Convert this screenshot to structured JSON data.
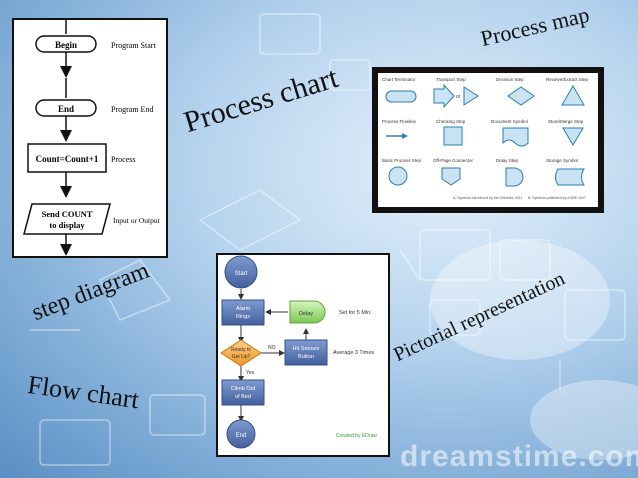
{
  "captions": {
    "process_map": "Process map",
    "process_chart": "Process chart",
    "step_diagram": "step diagram",
    "flow_chart": "Flow chart",
    "pictorial": "Pictorial representation"
  },
  "flowchart_symbols": {
    "shapes": [
      {
        "label": "Begin",
        "meaning": "Program Start"
      },
      {
        "label": "End",
        "meaning": "Program End"
      },
      {
        "label": "Count=Count+1",
        "meaning": "Process"
      },
      {
        "label": "Send COUNT to display",
        "line1": "Send COUNT",
        "line2": "to display",
        "meaning": "Input or Output"
      }
    ]
  },
  "process_map_symbols": {
    "items": [
      "Chart Terminator",
      "Transport Step",
      "Decision Step",
      "Receive/Extract Step",
      "Process Flowline",
      "Checking Step",
      "Document Symbol",
      "Store/Merge Step",
      "Basic Process Step",
      "Off-Page Connector",
      "Delay Step",
      "Storage Symbol"
    ],
    "footnote_a": "A. Symbols introduced by the Gilbreths 1921",
    "footnote_b": "B. Symbols published by ASME 1947",
    "or_label": "or"
  },
  "alarm_flow": {
    "start": "Start",
    "alarm": [
      "Alarm",
      "Rings"
    ],
    "delay": "Delay",
    "set_for": "Set for 5 Min.",
    "ready": [
      "Ready to",
      "Get Up?"
    ],
    "no": "NO",
    "snooze": [
      "Hit Snooze",
      "Button"
    ],
    "average": "Average 3 Times",
    "yes": "Yes",
    "climb": [
      "Climb Out",
      "of Bed"
    ],
    "end": "End",
    "credit": "Created by EDraw"
  },
  "watermark": "dreamstime.com",
  "colors": {
    "background": "#8fb7de",
    "node_blue": "#4e6fae",
    "node_green": "#8fd46a",
    "node_orange": "#f0a23c",
    "credit_green": "#2e9e2e"
  }
}
